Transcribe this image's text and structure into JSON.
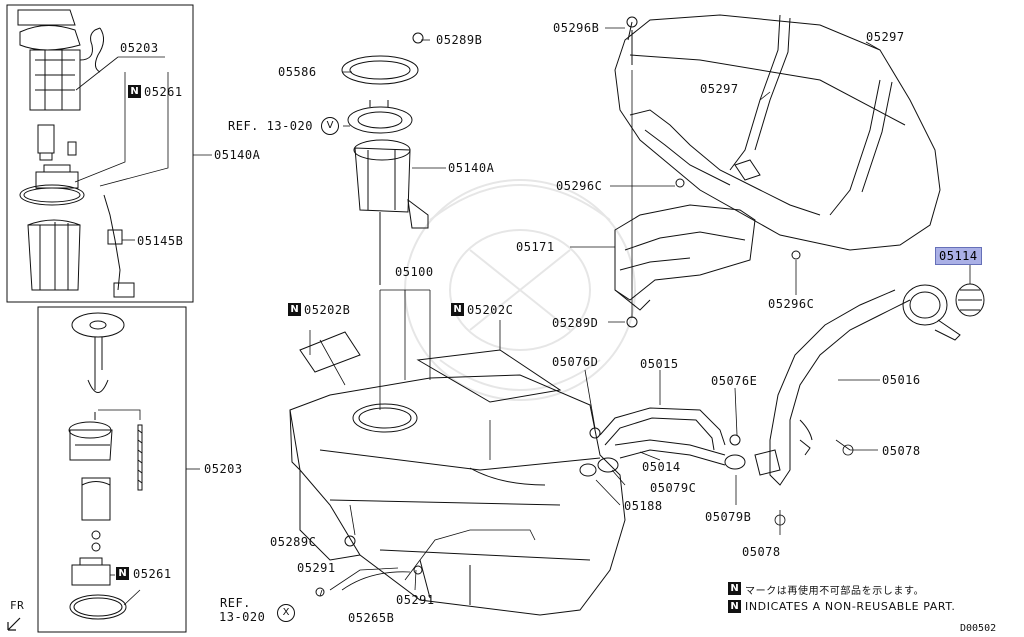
{
  "labels": {
    "p05203_top": "05203",
    "p05261_top": "05261",
    "p05140a_left": "05140A",
    "p05145b": "05145B",
    "p05203_bottom": "05203",
    "p05261_bottom": "05261",
    "p05586": "05586",
    "p05289b": "05289B",
    "ref_v_text": "REF. 13-020",
    "ref_v_circle": "V",
    "p05140a_mid": "05140A",
    "p05100": "05100",
    "p05202b": "05202B",
    "p05202c": "05202C",
    "p05296b": "05296B",
    "p05297_a": "05297",
    "p05297_b": "05297",
    "p05296c_a": "05296C",
    "p05296c_b": "05296C",
    "p05171": "05171",
    "p05289d": "05289D",
    "p05114": "05114",
    "p05076d": "05076D",
    "p05015": "05015",
    "p05076e": "05076E",
    "p05016": "05016",
    "p05014": "05014",
    "p05079c": "05079C",
    "p05078_a": "05078",
    "p05188": "05188",
    "p05079b": "05079B",
    "p05078_b": "05078",
    "p05289c": "05289C",
    "p05291_a": "05291",
    "p05291_b": "05291",
    "p05265b": "05265B",
    "ref_x_text_1": "REF.",
    "ref_x_text_2": "13-020",
    "ref_x_circle": "X",
    "fr": "FR"
  },
  "badge_letter": "N",
  "notes": {
    "jp": "マークは再使用不可部品を示します。",
    "en": "INDICATES A NON-REUSABLE PART."
  },
  "drawing_code": "D00502",
  "colors": {
    "line": "#111111",
    "highlight_fill": "#aab0e6",
    "highlight_border": "#6670b8"
  }
}
